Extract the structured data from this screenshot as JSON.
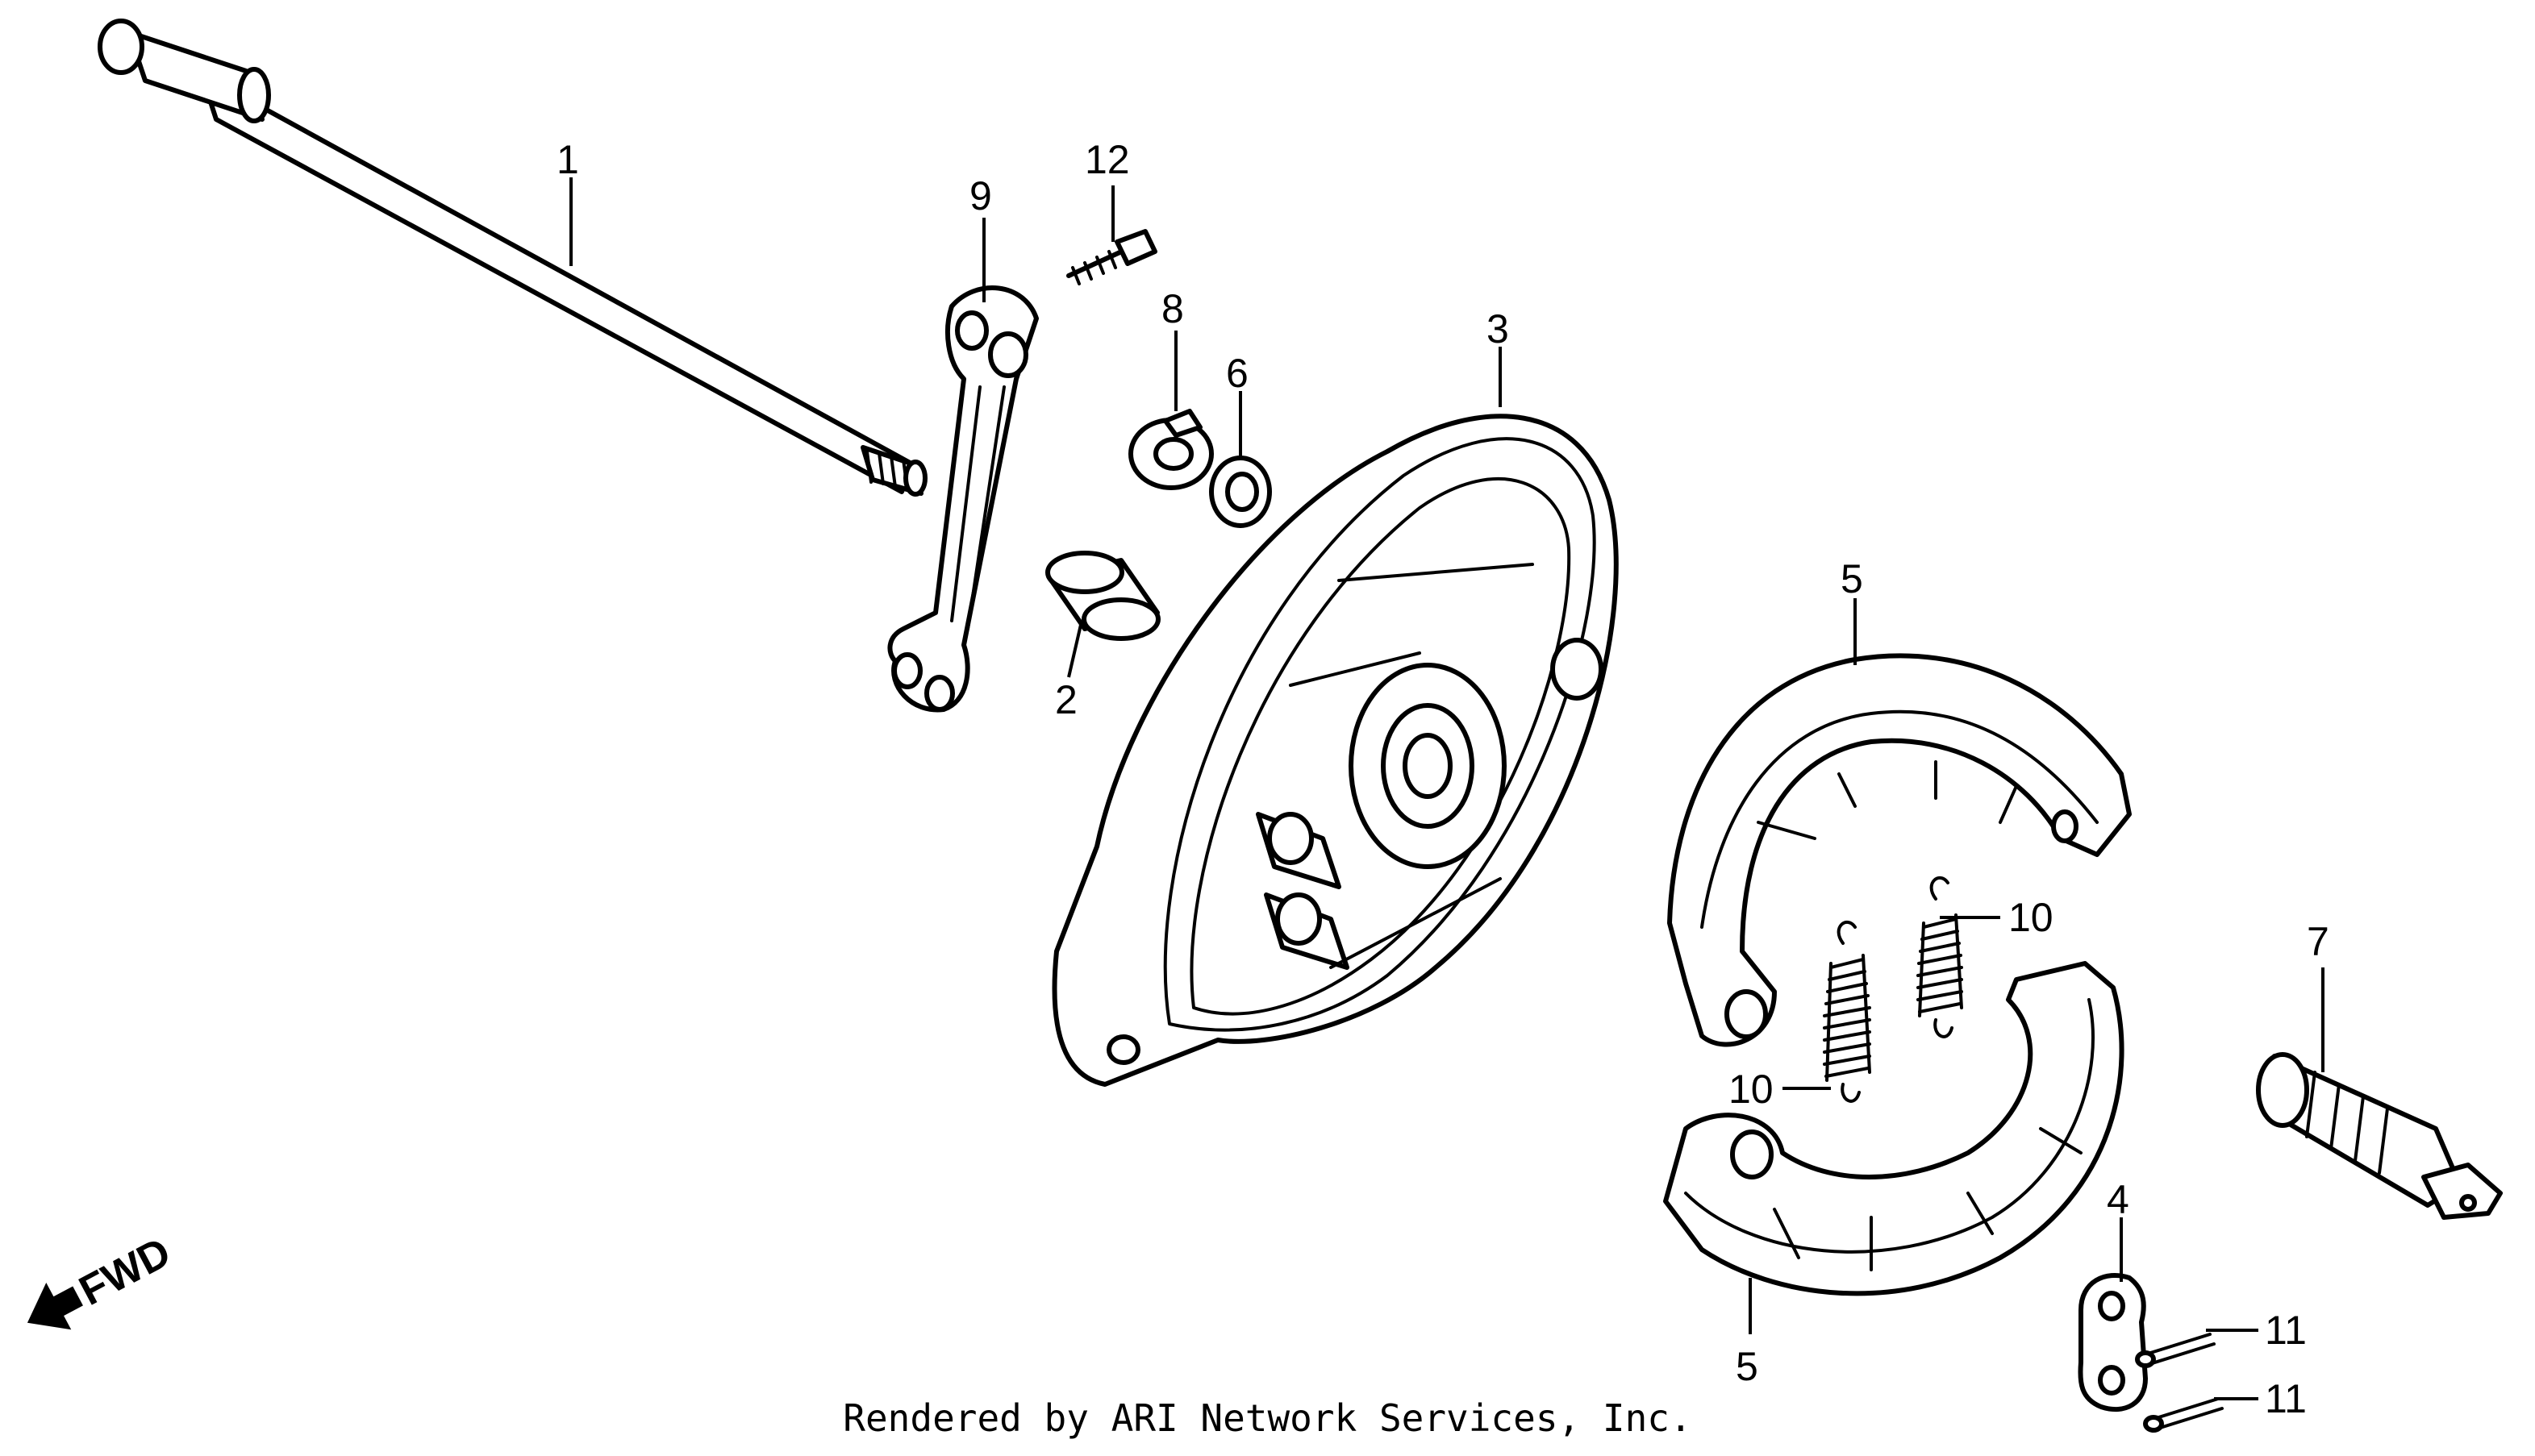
{
  "callouts": {
    "c1": "1",
    "c2": "2",
    "c3": "3",
    "c4": "4",
    "c5a": "5",
    "c5b": "5",
    "c6": "6",
    "c7": "7",
    "c8": "8",
    "c9": "9",
    "c10a": "10",
    "c10b": "10",
    "c11a": "11",
    "c11b": "11",
    "c12": "12"
  },
  "direction_label": "FWD",
  "footer": "Rendered by ARI Network Services, Inc.",
  "colors": {
    "ink": "#000000",
    "paper": "#ffffff"
  }
}
